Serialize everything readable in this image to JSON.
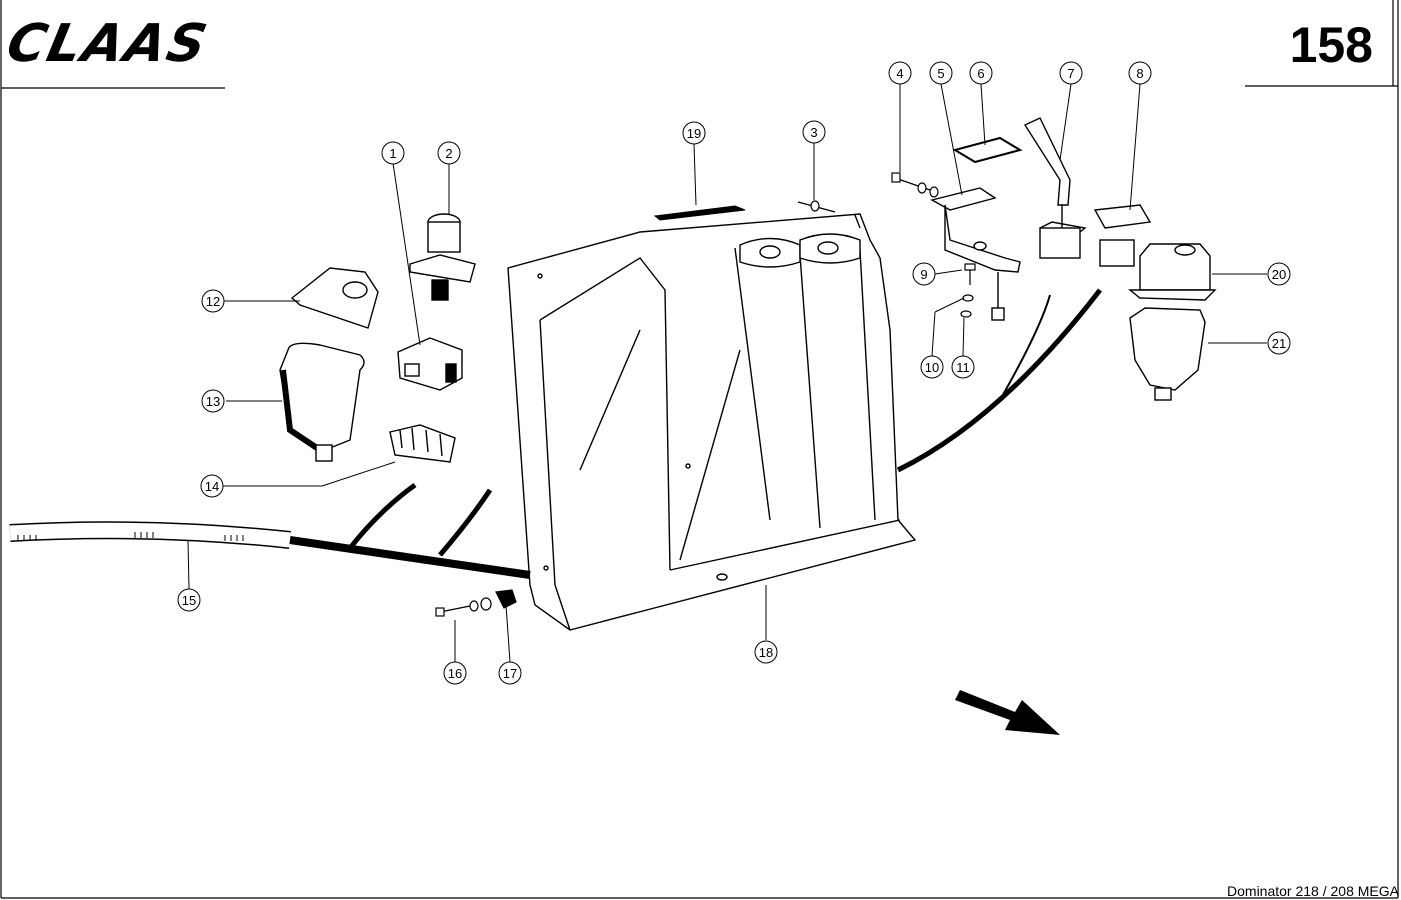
{
  "header": {
    "brand": "CLAAS",
    "page_number": "158"
  },
  "footer": {
    "model": "Dominator 218 / 208 MEGA"
  },
  "callouts": [
    {
      "id": "1",
      "label": "1"
    },
    {
      "id": "2",
      "label": "2"
    },
    {
      "id": "3",
      "label": "3"
    },
    {
      "id": "4",
      "label": "4"
    },
    {
      "id": "5",
      "label": "5"
    },
    {
      "id": "6",
      "label": "6"
    },
    {
      "id": "7",
      "label": "7"
    },
    {
      "id": "8",
      "label": "8"
    },
    {
      "id": "9",
      "label": "9"
    },
    {
      "id": "10",
      "label": "10"
    },
    {
      "id": "11",
      "label": "11"
    },
    {
      "id": "12",
      "label": "12"
    },
    {
      "id": "13",
      "label": "13"
    },
    {
      "id": "14",
      "label": "14"
    },
    {
      "id": "15",
      "label": "15"
    },
    {
      "id": "16",
      "label": "16"
    },
    {
      "id": "17",
      "label": "17"
    },
    {
      "id": "18",
      "label": "18"
    },
    {
      "id": "19",
      "label": "19"
    },
    {
      "id": "20",
      "label": "20"
    },
    {
      "id": "21",
      "label": "21"
    }
  ]
}
